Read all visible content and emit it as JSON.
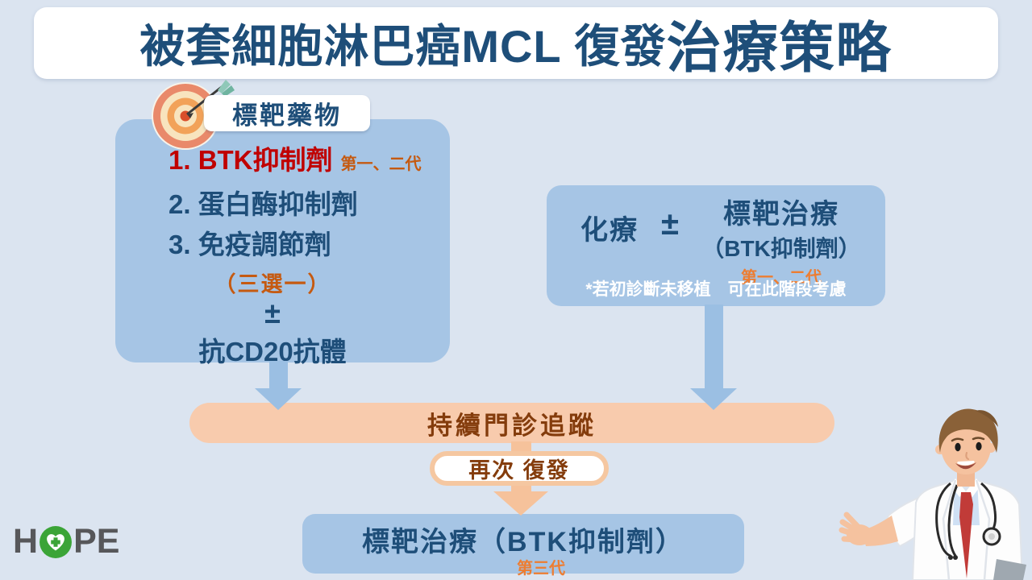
{
  "title": {
    "part1": "被套細胞淋巴癌MCL",
    "part2": "復發",
    "part3": "治療策略"
  },
  "left_box": {
    "label": "標靶藥物",
    "items": [
      {
        "text": "1. BTK抑制劑",
        "note": "第一、二代"
      },
      {
        "text": "2. 蛋白酶抑制劑",
        "note": ""
      },
      {
        "text": "3. 免疫調節劑",
        "note": ""
      }
    ],
    "choose_note": "（三選一）",
    "plus_minus": "±",
    "antibody_line": "抗CD20抗體"
  },
  "right_box": {
    "chemo": "化療",
    "plus_minus": "±",
    "target_title": "標靶治療",
    "target_sub": "（BTK抑制劑）",
    "gen_note": "第一、二代",
    "footnote": "*若初診斷未移植　可在此階段考慮"
  },
  "follow_bar": {
    "label": "持續門診追蹤"
  },
  "relapse_pill": {
    "label": "再次 復發"
  },
  "bottom_box": {
    "label": "標靶治療（BTK抑制劑）",
    "gen_note": "第三代"
  },
  "logo": {
    "prefix": "H",
    "suffix": "PE"
  },
  "icons": {
    "target": "dartboard-target-icon",
    "logo_heart": "heart-cross-icon",
    "doctor": "doctor-illustration"
  },
  "colors": {
    "background": "#DBE4F0",
    "banner": "#FFFFFF",
    "title_text": "#1E4E79",
    "box_blue": "#A6C5E5",
    "arrow_blue": "#9BBFE3",
    "red": "#C00000",
    "orange_dark": "#C55A11",
    "orange_bright": "#ED7D31",
    "peach": "#F8CBAD",
    "brown_text": "#843C0C",
    "logo_green": "#3BA437",
    "logo_gray": "#57575A"
  }
}
